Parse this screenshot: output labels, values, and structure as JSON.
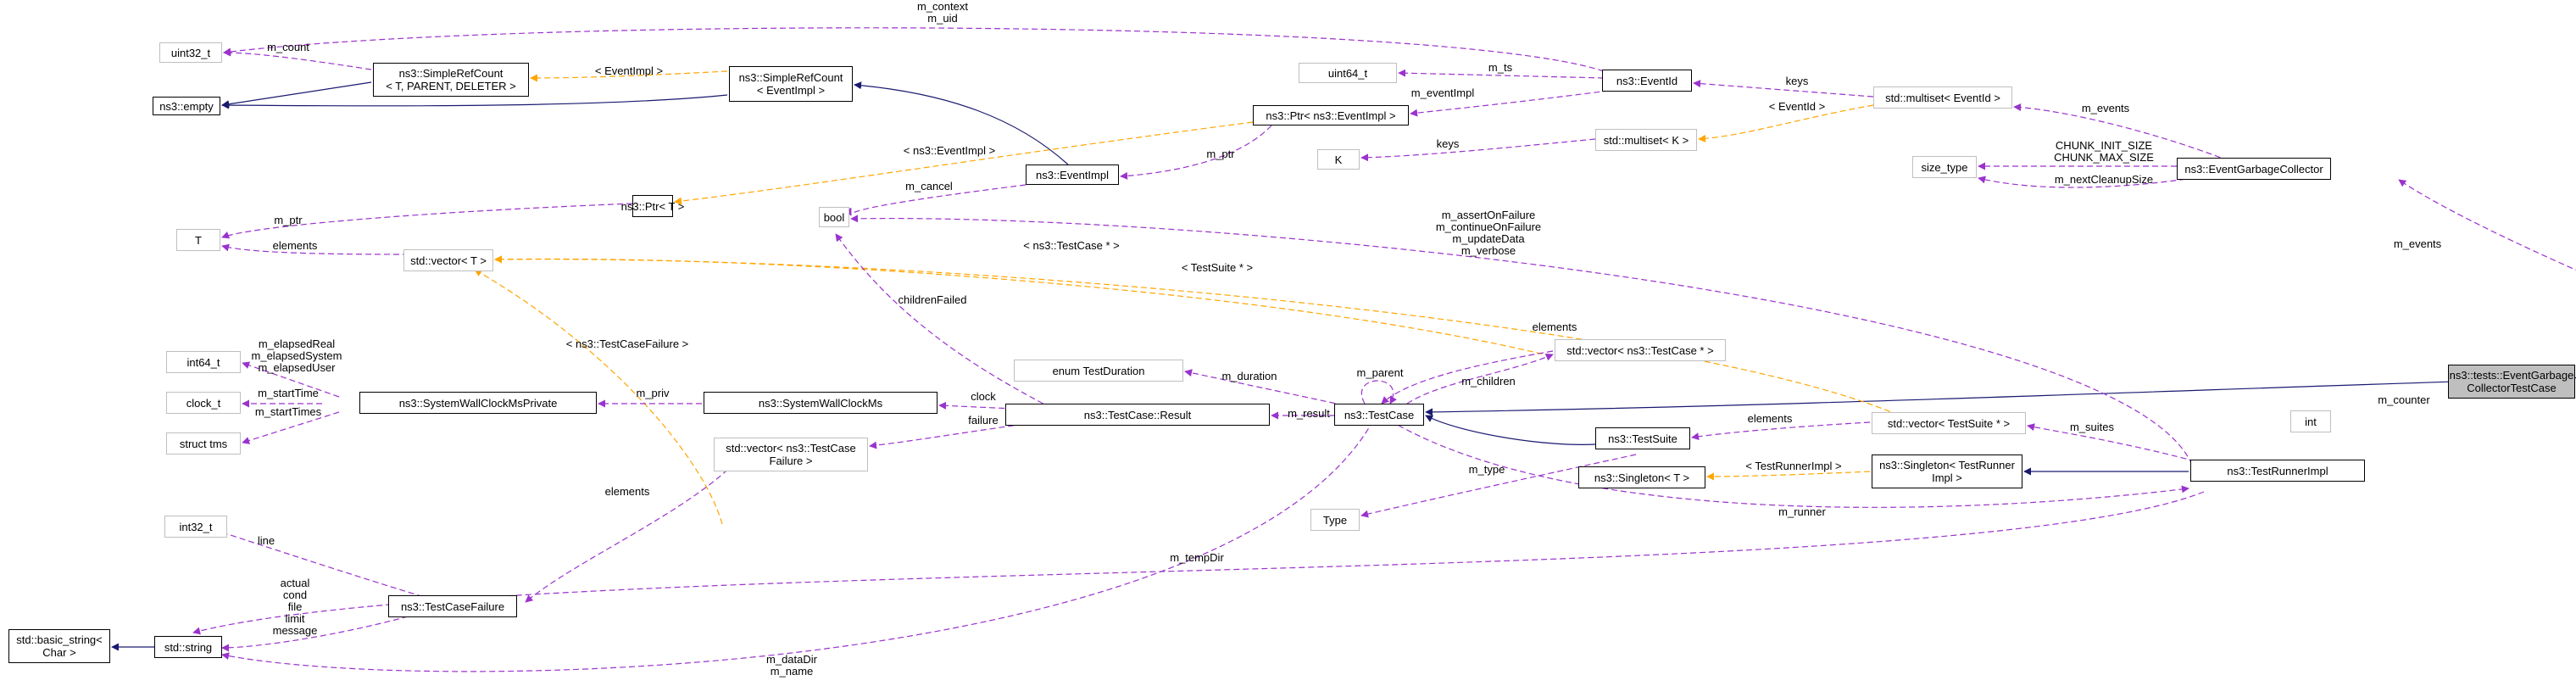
{
  "colors": {
    "inheritance": "#191970",
    "usage": "#9a32cd",
    "template": "#ffa500",
    "focus_fill": "#bfbfbf",
    "external_border": "#bfbfbf"
  },
  "nodes": {
    "uint32_top": [
      "uint32_t"
    ],
    "simplerefcount_t": [
      "ns3::SimpleRefCount",
      "< T, PARENT, DELETER >"
    ],
    "simplerefcount_ev": [
      "ns3::SimpleRefCount",
      "< EventImpl >"
    ],
    "empty": [
      "ns3::empty"
    ],
    "uint64": [
      "uint64_t"
    ],
    "eventid": [
      "ns3::EventId"
    ],
    "multiset_eventid": [
      "std::multiset< EventId >"
    ],
    "ptr_eventimpl": [
      "ns3::Ptr< ns3::EventImpl >"
    ],
    "k": [
      "K"
    ],
    "multiset_k": [
      "std::multiset< K >"
    ],
    "size_type": [
      "size_type"
    ],
    "egc": [
      "ns3::EventGarbageCollector"
    ],
    "eventimpl": [
      "ns3::EventImpl"
    ],
    "bool": [
      "bool"
    ],
    "ptr_t": [
      "ns3::Ptr< T >"
    ],
    "t": [
      "T"
    ],
    "vector_t": [
      "std::vector< T >"
    ],
    "int64": [
      "int64_t"
    ],
    "clock": [
      "clock_t"
    ],
    "structtms": [
      "struct tms"
    ],
    "swcmp": [
      "ns3::SystemWallClockMsPrivate"
    ],
    "swcm": [
      "ns3::SystemWallClockMs"
    ],
    "testduration": [
      "enum TestDuration"
    ],
    "result": [
      "ns3::TestCase::Result"
    ],
    "testcase": [
      "ns3::TestCase"
    ],
    "vector_tc": [
      "std::vector< ns3::TestCase * >"
    ],
    "vector_tcf": [
      "std::vector< ns3::TestCase",
      "Failure >"
    ],
    "testsuite": [
      "ns3::TestSuite"
    ],
    "vector_ts": [
      "std::vector< TestSuite * >"
    ],
    "focus": [
      "ns3::tests::EventGarbage",
      "CollectorTestCase"
    ],
    "int": [
      "int"
    ],
    "singleton_t": [
      "ns3::Singleton< T >"
    ],
    "singleton_tr": [
      "ns3::Singleton< TestRunner",
      "Impl >"
    ],
    "testrunnerimpl": [
      "ns3::TestRunnerImpl"
    ],
    "type": [
      "Type"
    ],
    "uint32_bot": [
      "int32_t"
    ],
    "testcasefailure": [
      "ns3::TestCaseFailure"
    ],
    "basic_string": [
      "std::basic_string<",
      "Char >"
    ],
    "string": [
      "std::string"
    ]
  },
  "edge_labels": {
    "m_context": [
      "m_context",
      "m_uid"
    ],
    "m_count": [
      "m_count"
    ],
    "eventimpl_tmpl": [
      "< EventImpl >"
    ],
    "m_ts": [
      "m_ts"
    ],
    "keys_eventid": [
      "keys"
    ],
    "m_eventimpl": [
      "m_eventImpl"
    ],
    "eventid_tmpl": [
      "< EventId >"
    ],
    "keys_k": [
      "keys"
    ],
    "m_events_top": [
      "m_events"
    ],
    "chunk": [
      "CHUNK_INIT_SIZE",
      "CHUNK_MAX_SIZE"
    ],
    "m_nextcleanup": [
      "m_nextCleanupSize"
    ],
    "ptr_eventimpl_tmpl": [
      "< ns3::EventImpl >"
    ],
    "m_ptr_ev": [
      "m_ptr"
    ],
    "m_cancel": [
      "m_cancel"
    ],
    "m_ptr_t": [
      "m_ptr"
    ],
    "elements_t": [
      "elements"
    ],
    "assert_flags": [
      "m_assertOnFailure",
      "m_continueOnFailure",
      "m_updateData",
      "m_verbose"
    ],
    "m_events_right": [
      "m_events"
    ],
    "tc_tmpl": [
      "< ns3::TestCase * >"
    ],
    "ts_tmpl": [
      "< TestSuite * >"
    ],
    "childrenfailed": [
      "childrenFailed"
    ],
    "elements_tc": [
      "elements"
    ],
    "m_elapsed": [
      "m_elapsedReal",
      "m_elapsedSystem",
      "m_elapsedUser"
    ],
    "m_starttime": [
      "m_startTime"
    ],
    "m_starttimes": [
      "m_startTimes"
    ],
    "tcf_tmpl": [
      "< ns3::TestCaseFailure >"
    ],
    "m_priv": [
      "m_priv"
    ],
    "clock_lbl": [
      "clock"
    ],
    "m_duration": [
      "m_duration"
    ],
    "m_parent": [
      "m_parent"
    ],
    "m_children": [
      "m_children"
    ],
    "m_result": [
      "m_result"
    ],
    "failure": [
      "failure"
    ],
    "elements_ts": [
      "elements"
    ],
    "m_suites": [
      "m_suites"
    ],
    "m_counter": [
      "m_counter"
    ],
    "elements_tcf": [
      "elements"
    ],
    "m_type": [
      "m_type"
    ],
    "testrunnerimpl_tmpl": [
      "< TestRunnerImpl >"
    ],
    "m_runner": [
      "m_runner"
    ],
    "line": [
      "line"
    ],
    "m_tempdir": [
      "m_tempDir"
    ],
    "actual_etc": [
      "actual",
      "cond",
      "file",
      "limit",
      "message"
    ],
    "m_datadir": [
      "m_dataDir",
      "m_name"
    ]
  }
}
